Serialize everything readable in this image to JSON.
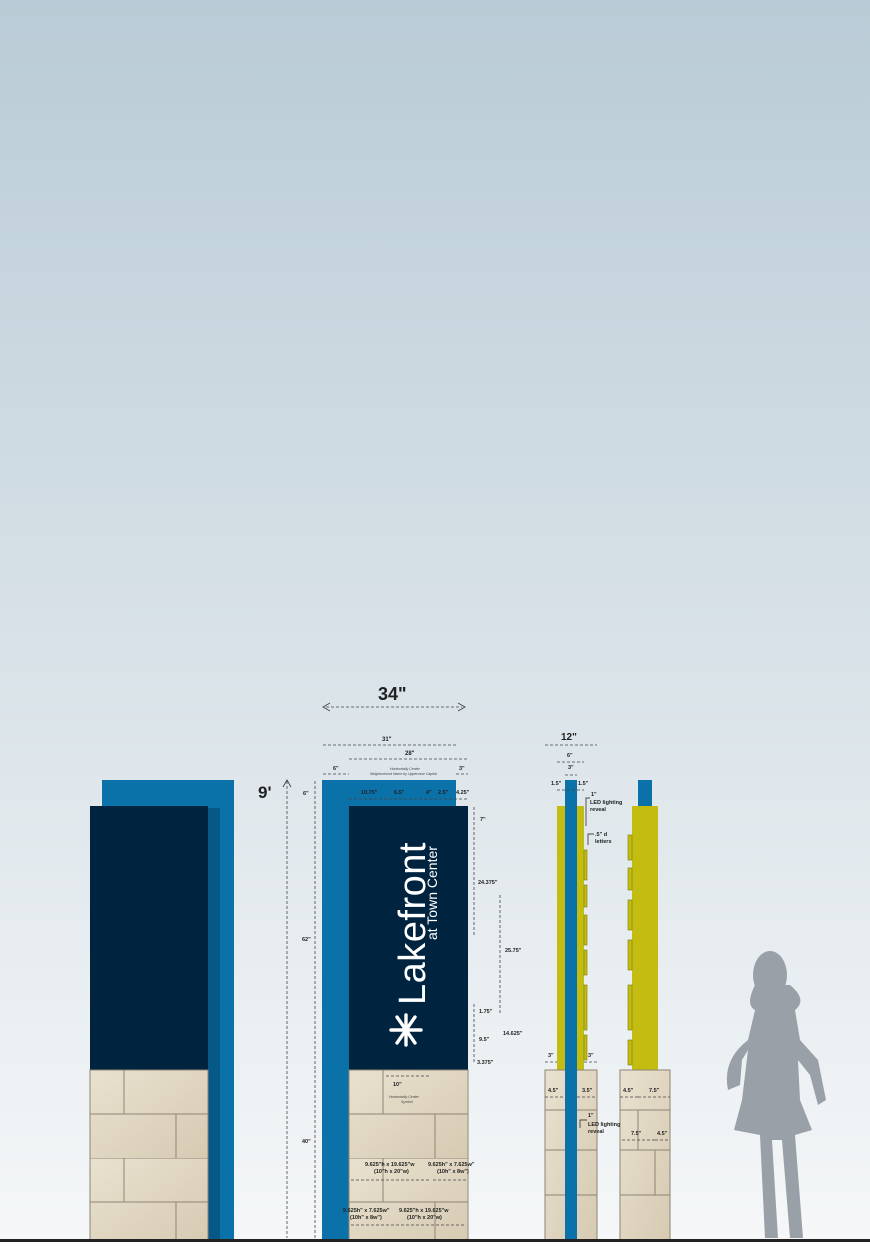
{
  "colors": {
    "sky_top": "#b9cbd6",
    "sky_bottom": "#f5f7f8",
    "navy": "#00233f",
    "blue": "#0a71a9",
    "blue_dark": "#085a88",
    "stone": "#e2d8c4",
    "yellow_green": "#c3bd12",
    "person": "#9aa0a8",
    "ground": "#222222"
  },
  "sign": {
    "brand": "Lakefront",
    "tagline": "at Town Center"
  },
  "dimensions": {
    "overall_width": "34\"",
    "overall_height": "9'",
    "d31": "31\"",
    "d28": "28\"",
    "d6_top": "6\"",
    "d3_top": "3\"",
    "center_note_1": "Horizontally Center",
    "center_note_2": "Neighborhood Name by Uppercase Capital",
    "d6_left": "6\"",
    "d1075": "10.75\"",
    "d65": "6.5\"",
    "d4": "4\"",
    "d25": "2.5\"",
    "d425": "4.25\"",
    "d7": "7\"",
    "d24375": "24.375\"",
    "d62": "62\"",
    "d2575": "25.75\"",
    "d175": "1.75\"",
    "d14625": "14.625\"",
    "d95": "9.5\"",
    "d3375": "3.375\"",
    "d40": "40\"",
    "d10": "10\"",
    "symbol_note_1": "Horizontally Center",
    "symbol_note_2": "Symbol",
    "stone_a1": "9.625\"h x 19.625\"w",
    "stone_a2": "(10\"h x 20\"w)",
    "stone_b1": "9.625h\" x 7.625w\"",
    "stone_b2": "(10h\" x 8w\")",
    "stone_c1": "9.625h\" x 7.625w\"",
    "stone_c2": "(10h\" x 8w\")",
    "stone_d1": "9.625\"h x 19.625\"w",
    "stone_d2": "(10\"h x 20\"w)"
  },
  "side_dimensions": {
    "d12": "12\"",
    "d6": "6\"",
    "d3": "3\"",
    "d15a": "1.5\"",
    "d15b": "1.5\"",
    "d1_top": "1\"",
    "led_top_1": "LED lighting",
    "led_top_2": "reveal",
    "letters_1": ".5\" d",
    "letters_2": "letters",
    "d3_left": "3\"",
    "d3_right": "3\"",
    "d45": "4.5\"",
    "d35": "3.5\"",
    "d45b": "4.5\"",
    "d75": "7.5\"",
    "d75b": "7.5\"",
    "d45c": "4.5\"",
    "d1_bottom": "1\"",
    "led_bot_1": "LED lighting",
    "led_bot_2": "reveal"
  }
}
